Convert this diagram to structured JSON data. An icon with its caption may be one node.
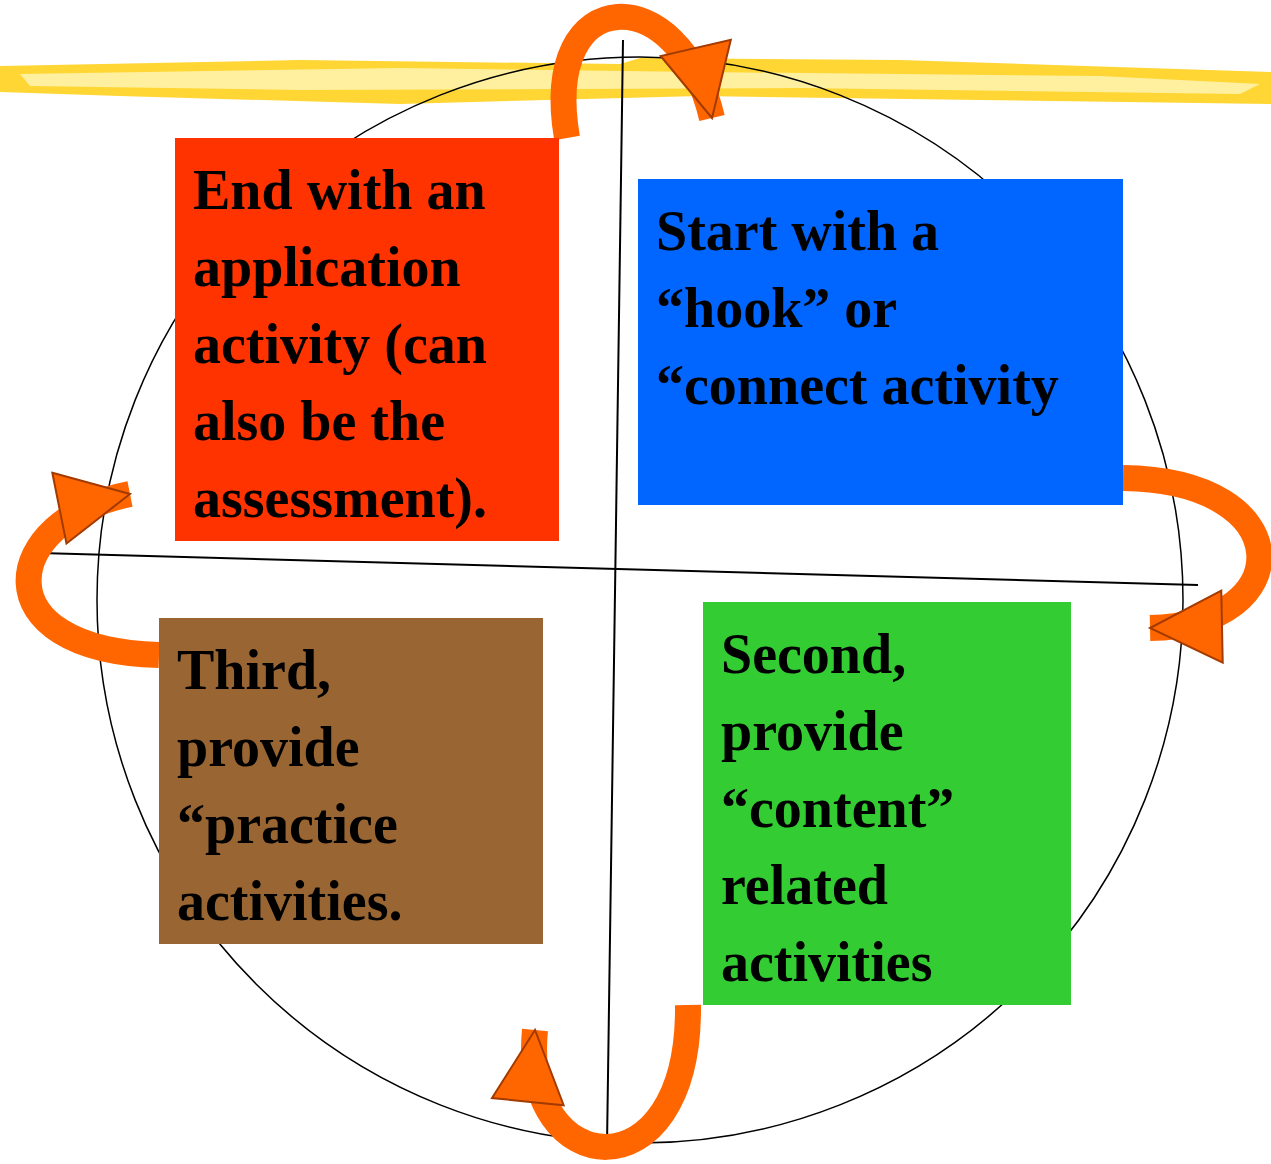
{
  "diagram": {
    "nodes": [
      {
        "text": [
          "End with an application activity (can also be the assessment)."
        ]
      },
      {
        "text": [
          "Start with a “hook” or “connect activity"
        ]
      },
      {
        "text": [
          "Third, provide “practice activities."
        ]
      },
      {
        "text": [
          "Second, provide “content” related activities"
        ]
      }
    ],
    "edges": [
      {
        "from": 0,
        "to": 1,
        "arrow": "to"
      },
      {
        "from": 1,
        "to": 3,
        "arrow": "to"
      },
      {
        "from": 3,
        "to": 2,
        "arrow": "to"
      },
      {
        "from": 2,
        "to": 0,
        "arrow": "to"
      }
    ]
  }
}
